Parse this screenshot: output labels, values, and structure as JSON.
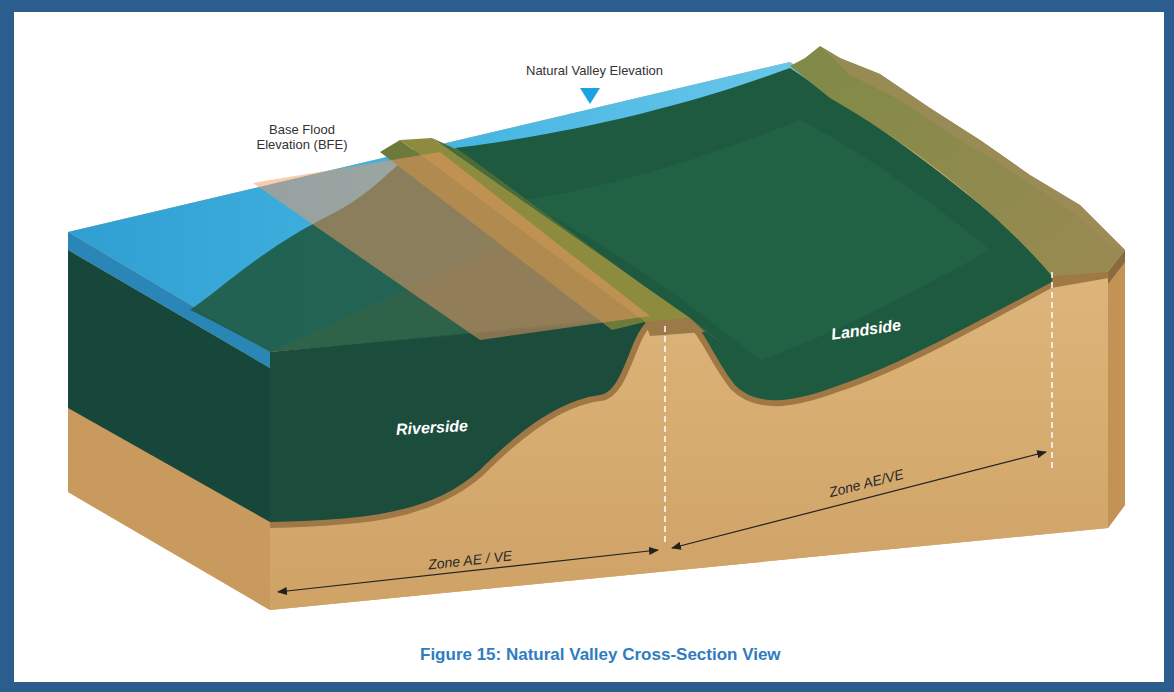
{
  "diagram": {
    "caption": "Figure 15: Natural Valley Cross-Section View",
    "labels": [
      "Base Flood Elevation (BFE)",
      "Natural Valley Elevation",
      "Riverside",
      "Landside",
      "Zone AE / VE",
      "Zone AE/VE"
    ]
  }
}
